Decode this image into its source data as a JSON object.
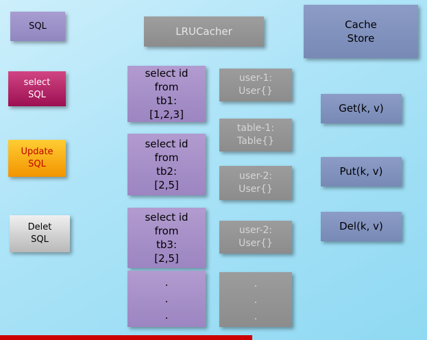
{
  "diagram": {
    "background": {
      "top_color": "#cdeffb",
      "bottom_color": "#8fd9f2"
    },
    "sql_sources": [
      {
        "id": "sql",
        "label": "SQL",
        "color": "#9a8fc4"
      },
      {
        "id": "select-sql",
        "label": "select\nSQL",
        "color": "#b42565"
      },
      {
        "id": "update-sql",
        "label": "Update\nSQL",
        "color": "#ffae00",
        "text_color": "#c00000"
      },
      {
        "id": "delete-sql",
        "label": "Delet\nSQL",
        "color": "#cfcfcf"
      }
    ],
    "lru_cacher": {
      "label": "LRUCacher",
      "color": "#939393"
    },
    "queries": [
      {
        "label": "select id\nfrom\ntb1:\n[1,2,3]"
      },
      {
        "label": "select id\nfrom\ntb2:\n[2,5]"
      },
      {
        "label": "select id\nfrom\ntb3:\n[2,5]"
      },
      {
        "label": ".\n.\n."
      }
    ],
    "cache_entries": [
      {
        "label": "user-1:\nUser{}"
      },
      {
        "label": "table-1:\nTable{}"
      },
      {
        "label": "user-2:\nUser{}"
      },
      {
        "label": "user-2:\nUser{}"
      },
      {
        "label": ".\n.\n."
      }
    ],
    "cache_store": {
      "label": "Cache\nStore",
      "color": "#8192bd"
    },
    "operations": [
      {
        "label": "Get(k, v)"
      },
      {
        "label": "Put(k, v)"
      },
      {
        "label": "Del(k, v)"
      }
    ],
    "accent_strip_color": "#cc0000"
  }
}
